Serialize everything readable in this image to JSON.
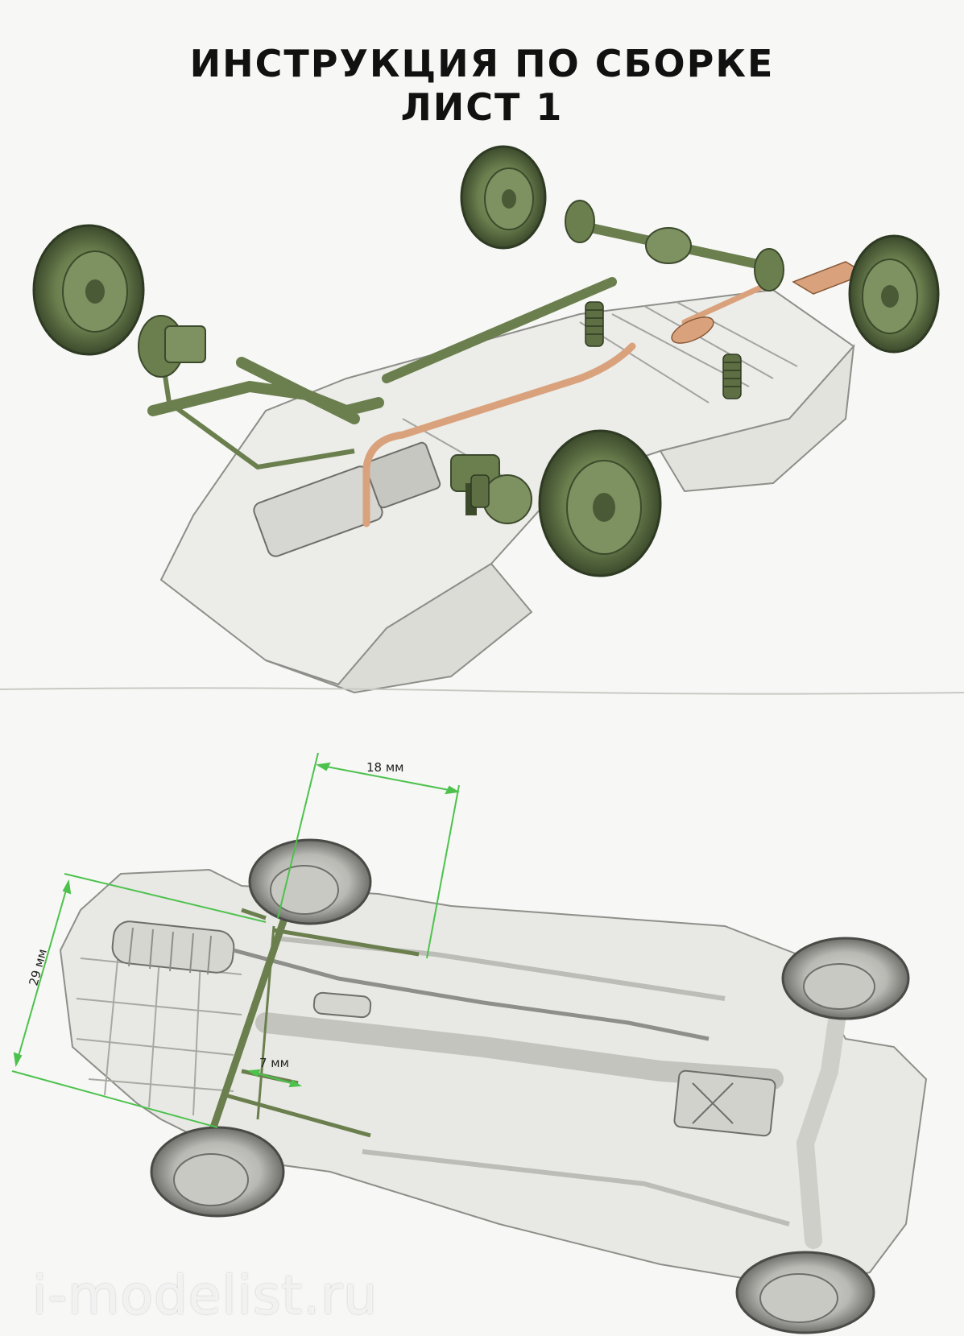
{
  "header": {
    "title_line1": "ИНСТРУКЦИЯ ПО СБОРКЕ",
    "title_line2": "ЛИСТ 1"
  },
  "dimensions": {
    "top": "18 мм",
    "left": "29 мм",
    "inner": "7 мм"
  },
  "watermark": "i-modelist.ru",
  "colors": {
    "part_green": "#6b7f4e",
    "body_white": "#ecece8",
    "exhaust_copper": "#d9a27c",
    "dim_green": "#4cc24c"
  }
}
